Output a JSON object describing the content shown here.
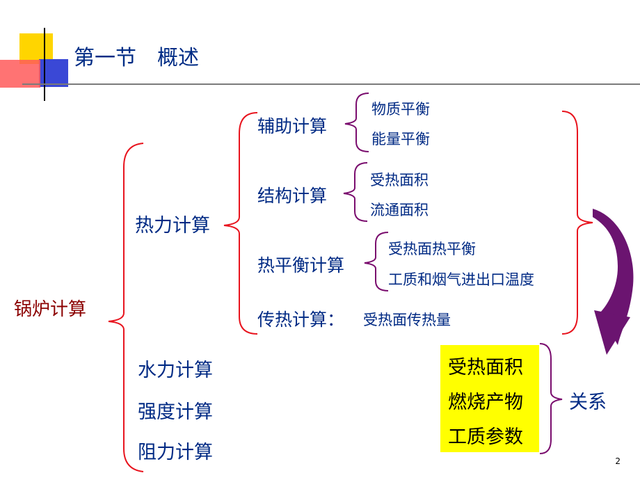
{
  "slide": {
    "title": "第一节　概述",
    "page_number": "2"
  },
  "tree": {
    "root": "锅炉计算",
    "branches": [
      "热力计算",
      "水力计算",
      "强度计算",
      "阻力计算"
    ],
    "thermal_children": {
      "aux": "辅助计算",
      "aux_items": [
        "物质平衡",
        "能量平衡"
      ],
      "structure": "结构计算",
      "structure_items": [
        "受热面积",
        "流通面积"
      ],
      "heat_balance": "热平衡计算",
      "heat_balance_items": [
        "受热面热平衡",
        "工质和烟气进出口温度"
      ],
      "heat_transfer": "传热计算：",
      "heat_transfer_item": "受热面传热量"
    }
  },
  "relation": {
    "box_items": [
      "受热面积",
      "燃烧产物",
      "工质参数"
    ],
    "label": "关系"
  },
  "colors": {
    "title": "#002c85",
    "root": "#8b0000",
    "red_bracket": "#e8141e",
    "purple_bracket": "#7a0d6e",
    "arrow": "#6b1470",
    "highlight_box": "#ffff00"
  }
}
